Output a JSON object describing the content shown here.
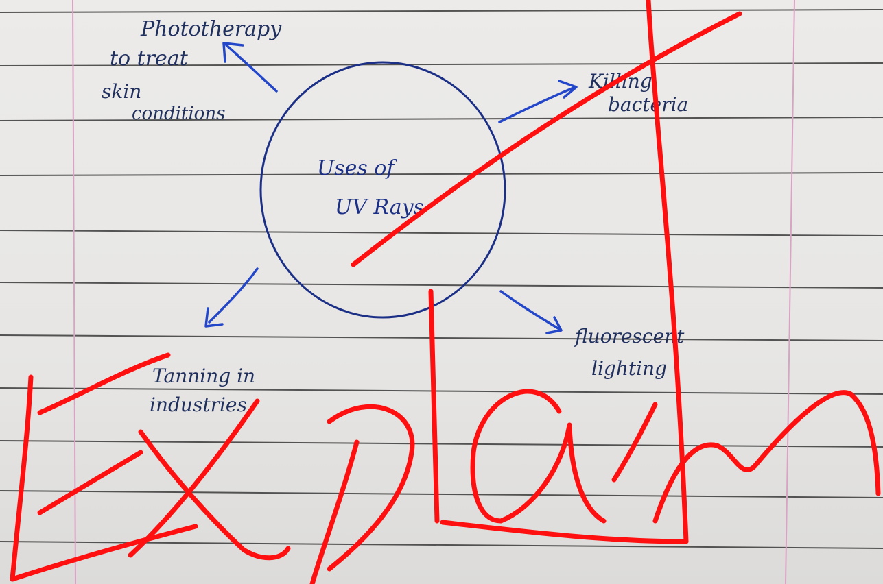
{
  "diagram": {
    "center": {
      "line1": "Uses of",
      "line2": "UV Rays"
    },
    "branches": [
      {
        "id": "phototherapy",
        "lines": [
          "Phototherapy",
          "to treat",
          "skin",
          "conditions"
        ]
      },
      {
        "id": "bacteria",
        "lines": [
          "Killing",
          "bacteria"
        ]
      },
      {
        "id": "tanning",
        "lines": [
          "Tanning in",
          "industries"
        ]
      },
      {
        "id": "fluorescent",
        "lines": [
          "fluorescent",
          "lighting"
        ]
      }
    ]
  },
  "annotation": {
    "word": "Explain",
    "ink_color": "#ff1010"
  },
  "colors": {
    "paper": "#eae9e7",
    "ruled_line": "#3a3a3a",
    "margin_line": "#d9a3c4",
    "circle_ink": "#1b2f86",
    "arrow_ink": "#2347c8",
    "text_ink": "#1f2f5e"
  }
}
